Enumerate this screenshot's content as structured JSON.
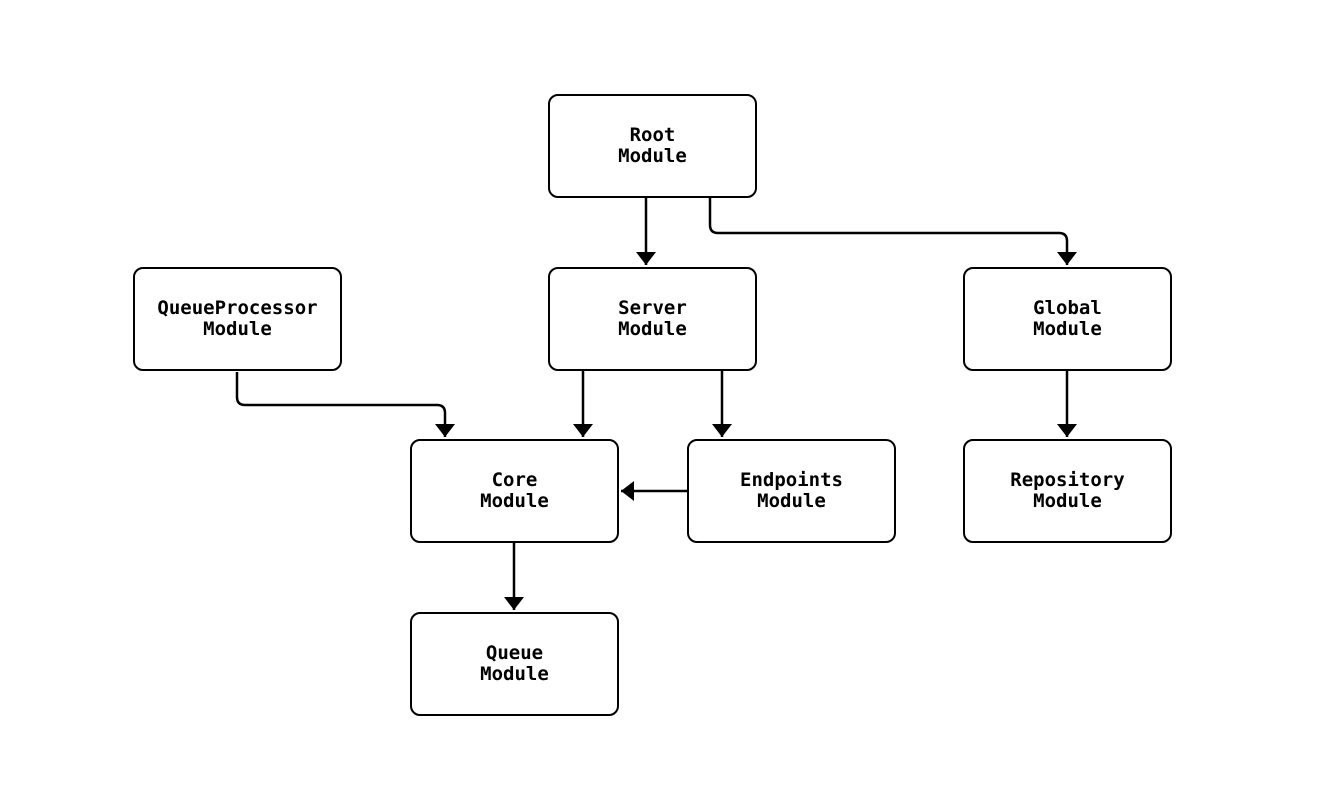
{
  "diagram": {
    "type": "flowchart",
    "colors": {
      "background": "#ffffff",
      "node_fill": "#ffffff",
      "node_border": "#000000",
      "edge_stroke": "#000000",
      "text": "#000000"
    },
    "nodes": [
      {
        "id": "root",
        "label": "Root\nModule"
      },
      {
        "id": "queueProcessor",
        "label": "QueueProcessor\nModule"
      },
      {
        "id": "server",
        "label": "Server\nModule"
      },
      {
        "id": "global",
        "label": "Global\nModule"
      },
      {
        "id": "core",
        "label": "Core\nModule"
      },
      {
        "id": "endpoints",
        "label": "Endpoints\nModule"
      },
      {
        "id": "repository",
        "label": "Repository\nModule"
      },
      {
        "id": "queue",
        "label": "Queue\nModule"
      }
    ],
    "edges": [
      {
        "from": "root",
        "to": "server"
      },
      {
        "from": "root",
        "to": "global"
      },
      {
        "from": "queueProcessor",
        "to": "core"
      },
      {
        "from": "server",
        "to": "core"
      },
      {
        "from": "server",
        "to": "endpoints"
      },
      {
        "from": "endpoints",
        "to": "core"
      },
      {
        "from": "global",
        "to": "repository"
      },
      {
        "from": "core",
        "to": "queue"
      }
    ]
  }
}
